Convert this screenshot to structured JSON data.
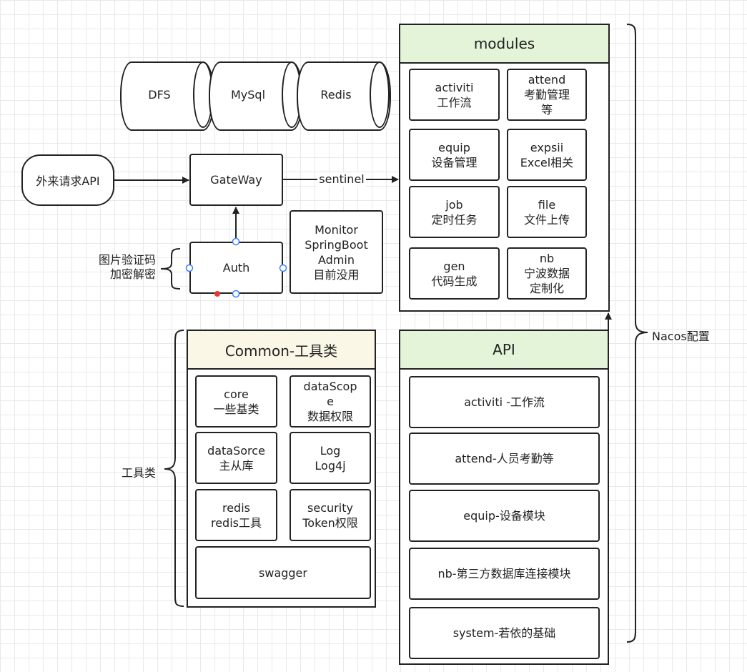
{
  "databases": [
    "DFS",
    "MySql",
    "Redis"
  ],
  "external": {
    "label": "外来请求API"
  },
  "gateway": {
    "label": "GateWay"
  },
  "edge_sentinel": "sentinel",
  "auth": {
    "label": "Auth",
    "note": "图片验证码\n加密解密"
  },
  "monitor": {
    "label": "Monitor\nSpringBoot\nAdmin\n目前没用"
  },
  "modules": {
    "title": "modules",
    "items": [
      "activiti\n工作流",
      "attend\n考勤管理\n等",
      "equip\n设备管理",
      "expsii\nExcel相关",
      "job\n定时任务",
      "file\n文件上传",
      "gen\n代码生成",
      "nb\n宁波数据\n定制化"
    ]
  },
  "common": {
    "title": "Common-工具类",
    "items": [
      "core\n一些基类",
      "dataScop\ne\n数据权限",
      "dataSorce\n主从库",
      "Log\nLog4j",
      "redis\nredis工具",
      "security\nToken权限",
      "swagger"
    ],
    "brace_label": "工具类"
  },
  "api": {
    "title": "API",
    "items": [
      "activiti -工作流",
      "attend-人员考勤等",
      "equip-设备模块",
      "nb-第三方数据库连接模块",
      "system-若依的基础"
    ]
  },
  "nacos_label": "Nacos配置",
  "colors": {
    "modules_header": "#e3f4d9",
    "api_header": "#e3f4d9",
    "common_header": "#fbf7e6",
    "line": "#222222",
    "handle": "#3b82f6",
    "red_dot": "#e53935"
  }
}
